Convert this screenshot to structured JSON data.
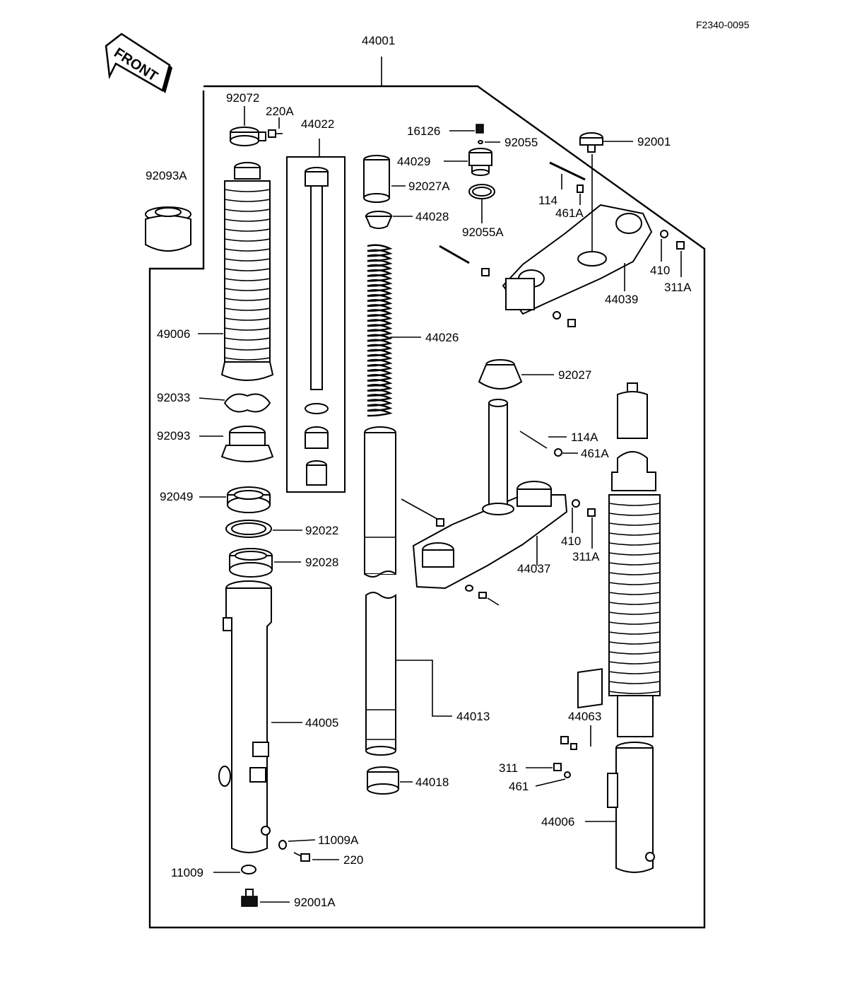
{
  "diagram": {
    "code": "F2340-0095",
    "front_label": "FRONT",
    "parts": {
      "p44001": "44001",
      "p92072": "92072",
      "p220A": "220A",
      "p44022": "44022",
      "p16126": "16126",
      "p92055": "92055",
      "p44029": "44029",
      "p92001": "92001",
      "p92093A": "92093A",
      "p92027A": "92027A",
      "p114": "114",
      "p461A_top": "461A",
      "p44028": "44028",
      "p92055A": "92055A",
      "p410_top": "410",
      "p311A_top": "311A",
      "p44039": "44039",
      "p49006": "49006",
      "p44026": "44026",
      "p92027": "92027",
      "p92033": "92033",
      "p114A": "114A",
      "p461A_mid": "461A",
      "p92093": "92093",
      "p92049": "92049",
      "p92022": "92022",
      "p410_mid": "410",
      "p311A_mid": "311A",
      "p44037": "44037",
      "p92028": "92028",
      "p44005": "44005",
      "p44013": "44013",
      "p44063": "44063",
      "p311": "311",
      "p461": "461",
      "p44018": "44018",
      "p44006": "44006",
      "p11009A": "11009A",
      "p220": "220",
      "p11009": "11009",
      "p92001A": "92001A"
    }
  }
}
